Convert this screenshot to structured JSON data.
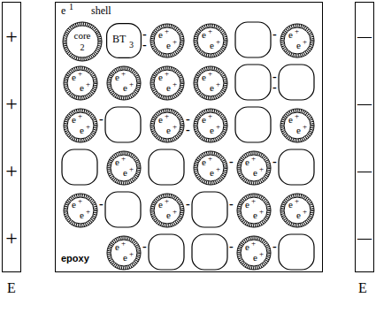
{
  "diagram": {
    "nodes": [
      {
        "text": [
          "+",
          "+",
          "+",
          "+"
        ]
      },
      {
        "text": [
          "epoxy"
        ]
      },
      {
        "text": [
          "—",
          "—",
          "—",
          "—"
        ]
      },
      {
        "text": [
          "core",
          "2"
        ],
        "in": 1
      },
      {
        "text": [
          "BT",
          "3"
        ],
        "in": 1
      },
      {
        "text": [
          "e",
          "+",
          "e",
          "+"
        ],
        "in": 1
      },
      {
        "text": [
          "e",
          "+",
          "e",
          "+"
        ],
        "in": 1
      },
      {
        "text": [
          "e",
          "+",
          "e",
          "+"
        ],
        "in": 1
      },
      {
        "text": [
          "e",
          "+",
          "e",
          "+"
        ],
        "in": 1
      },
      {
        "text": [
          "e",
          "+",
          "e",
          "+"
        ],
        "in": 1
      },
      {
        "text": [
          "e",
          "+",
          "e",
          "+"
        ],
        "in": 1
      },
      {
        "text": [
          "e",
          "+",
          "e",
          "+"
        ],
        "in": 1
      },
      {
        "text": [
          "e",
          "+",
          "e",
          "+"
        ],
        "in": 1
      },
      {
        "text": [
          "e",
          "+",
          "e",
          "+"
        ],
        "in": 1
      },
      {
        "text": [
          "e",
          "+",
          "e",
          "+"
        ],
        "in": 1
      },
      {
        "text": [
          "e",
          "+",
          "e",
          "+"
        ],
        "in": 1
      },
      {
        "text": [
          "e",
          "+",
          "e",
          "+"
        ],
        "in": 1
      },
      {
        "text": [
          "e",
          "+",
          "e",
          "+"
        ],
        "in": 1
      },
      {
        "text": [
          "e",
          "+",
          "e",
          "+"
        ],
        "in": 1
      },
      {
        "text": [
          "e",
          "+",
          "e",
          "+"
        ],
        "in": 1
      },
      {
        "text": [
          "e",
          "+",
          "e",
          "+"
        ],
        "in": 1
      },
      {
        "text": [
          "e",
          "+",
          "e",
          "+"
        ],
        "in": 1
      },
      {
        "text": [
          "e",
          "+",
          "e",
          "+"
        ],
        "in": 1
      },
      {
        "text": [
          "e",
          "+",
          "e",
          "+"
        ],
        "in": 1
      },
      {
        "text": [
          "e",
          "+",
          "e",
          "+"
        ],
        "in": 1
      }
    ],
    "labels": [
      "e",
      "1",
      "shell",
      "-",
      "-",
      "-",
      "-",
      "-",
      "-",
      "-",
      "-",
      "-",
      "-",
      "-",
      "-",
      "-",
      "-",
      "-",
      "-",
      "E",
      "E"
    ]
  }
}
